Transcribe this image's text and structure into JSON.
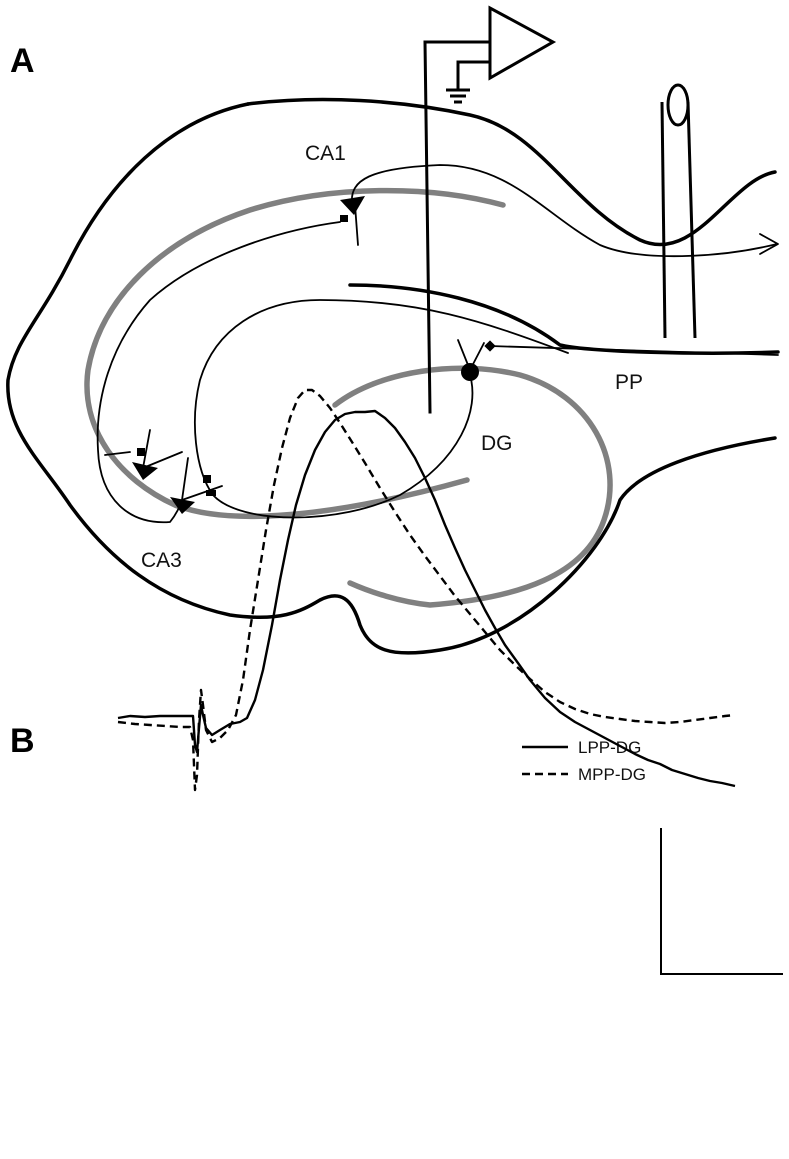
{
  "panels": {
    "a": {
      "letter": "A"
    },
    "b": {
      "letter": "B"
    }
  },
  "regions": {
    "ca1": "CA1",
    "ca3": "CA3",
    "dg": "DG",
    "pp": "PP"
  },
  "legend": {
    "solid": "LPP-DG",
    "dashed": "MPP-DG"
  },
  "colors": {
    "outline": "#000000",
    "cell_layer": "#808080"
  },
  "icons": {
    "amplifier": "amplifier-triangle-icon",
    "ground": "ground-symbol-icon",
    "stimulating_electrode": "bipolar-electrode-icon"
  }
}
